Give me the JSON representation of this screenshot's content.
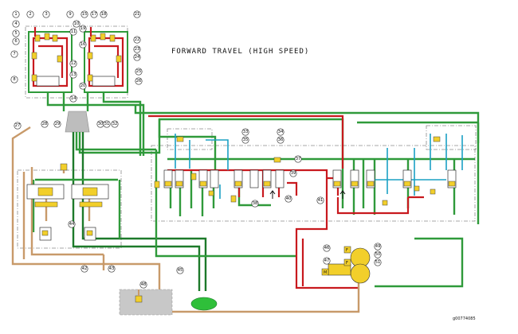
{
  "diagram_title": "FORWARD TRAVEL (HIGH SPEED)",
  "figure_ref": "g00774085",
  "colors": {
    "supply_line": "#2f9a3a",
    "pressure_line": "#c8191e",
    "pilot_line": "#1aa0c4",
    "return_line": "#c89a6a",
    "component_highlight": "#f2cf2a",
    "tank": "#2fbf3a",
    "housing": "#bdbdbd"
  },
  "callouts": [
    "1",
    "2",
    "3",
    "4",
    "5",
    "6",
    "7",
    "8",
    "9",
    "10",
    "11",
    "12",
    "13",
    "14",
    "15",
    "16",
    "17",
    "18",
    "19",
    "20",
    "21",
    "22",
    "23",
    "24",
    "25",
    "26",
    "27",
    "28",
    "29",
    "30",
    "31",
    "32",
    "33",
    "34",
    "35",
    "36",
    "37",
    "38",
    "39",
    "40",
    "41",
    "42",
    "43",
    "44",
    "45",
    "46",
    "47",
    "48",
    "49",
    "50",
    "51"
  ],
  "pump_labels": [
    "F",
    "F",
    "M"
  ]
}
